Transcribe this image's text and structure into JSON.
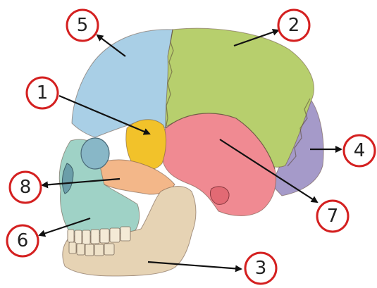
{
  "labels": [
    {
      "id": "1",
      "text": "1"
    },
    {
      "id": "2",
      "text": "2"
    },
    {
      "id": "3",
      "text": "3"
    },
    {
      "id": "4",
      "text": "4"
    },
    {
      "id": "5",
      "text": "5"
    },
    {
      "id": "6",
      "text": "6"
    },
    {
      "id": "7",
      "text": "7"
    },
    {
      "id": "8",
      "text": "8"
    }
  ],
  "colors": {
    "label_ring": "#d42020",
    "frontal": "#a9cfe6",
    "parietal": "#b7cf6d",
    "occipital": "#a59ac9",
    "temporal": "#f08a92",
    "sphenoid": "#f2c22a",
    "zygomatic": "#f3b789",
    "maxilla": "#9fd2c6",
    "mandible": "#e6d3b4",
    "teeth": "#f4ead6"
  }
}
